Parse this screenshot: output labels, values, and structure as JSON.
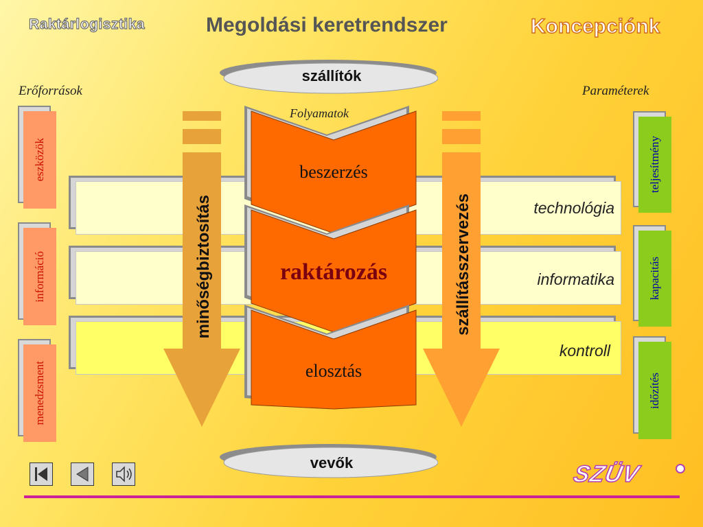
{
  "header": {
    "left_title": "Raktárlogisztika",
    "center_title": "Megoldási keretrendszer",
    "right_title": "Koncepciónk"
  },
  "top_oval": {
    "label": "szállítók"
  },
  "bottom_oval": {
    "label": "vevők"
  },
  "left_section": {
    "title": "Erőforrások",
    "items": [
      "eszközök",
      "információ",
      "menedzsment"
    ]
  },
  "right_section": {
    "title": "Paraméterek",
    "items": [
      "teljesítmény",
      "kapacitás",
      "időzítés"
    ]
  },
  "process_section": {
    "title": "Folyamatok",
    "steps": [
      "beszerzés",
      "raktározás",
      "elosztás"
    ]
  },
  "bands": [
    "technológia",
    "informatika",
    "kontroll"
  ],
  "arrows": {
    "left": "minőségbiztosítás",
    "right": "szállításszervezés"
  },
  "logo": "SZÜV",
  "colors": {
    "resource_card": "#ff9966",
    "parameter_card": "#8ccc1c",
    "process_chevron": "#ff6a00",
    "band_light": "#ffffcc",
    "band_yellow": "#ffff66",
    "arrow_left": "#e8a23a",
    "arrow_right": "#ffa033",
    "bottom_line": "#cc2299"
  },
  "nav_icons": [
    "first-slide-icon",
    "previous-slide-icon",
    "sound-icon"
  ]
}
